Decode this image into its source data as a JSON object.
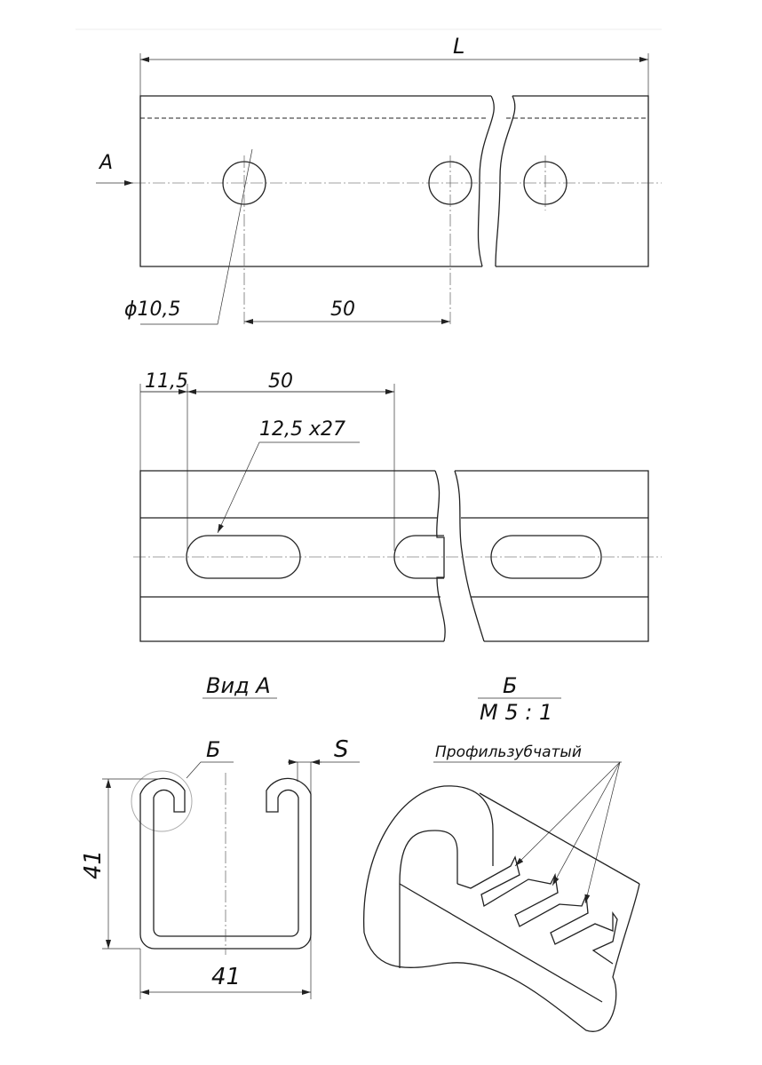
{
  "top_view": {
    "length_label": "L",
    "view_arrow_label": "A",
    "hole_diameter": "ϕ10,5",
    "hole_pitch": "50"
  },
  "slot_view": {
    "edge_offset": "11,5",
    "slot_pitch": "50",
    "slot_size": "12,5 x27"
  },
  "section_view": {
    "title": "Вид А",
    "detail_ref": "Б",
    "thickness_label": "S",
    "height": "41",
    "width": "41"
  },
  "detail_view": {
    "ref": "Б",
    "scale": "М 5 : 1",
    "note": "Профильзубчатый"
  }
}
